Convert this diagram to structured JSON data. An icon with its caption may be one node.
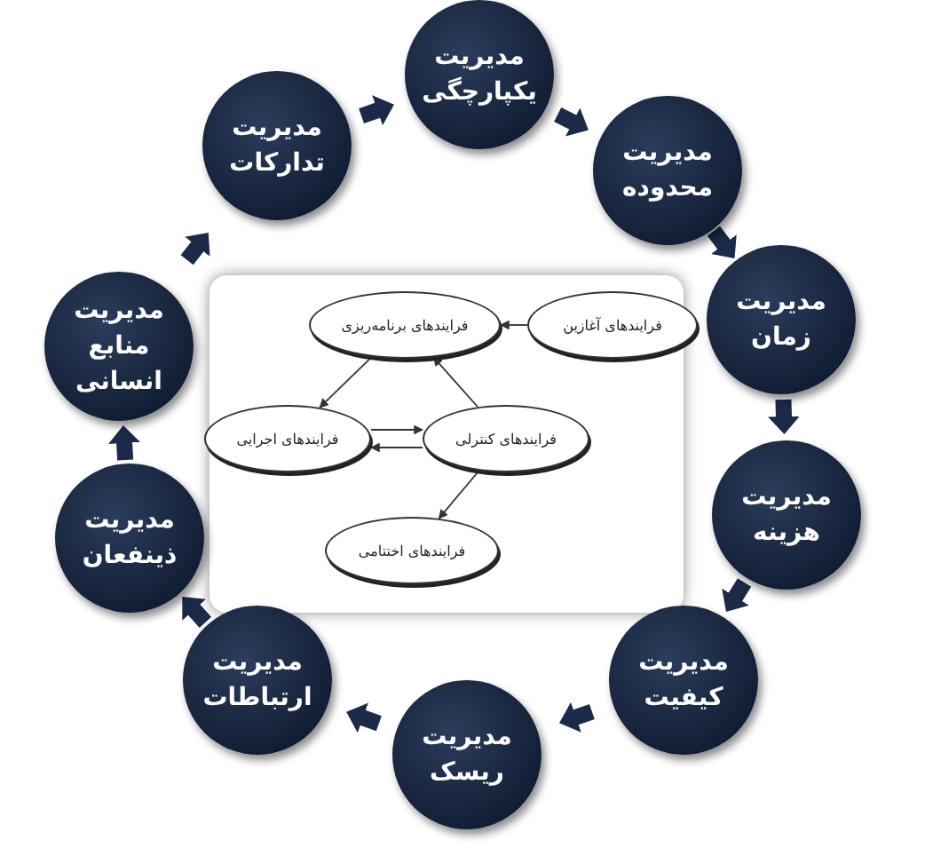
{
  "diagram": {
    "nodes": [
      {
        "text": [
          "مدیریت یکپارچگی"
        ]
      },
      {
        "text": [
          "مدیریت محدوده"
        ]
      },
      {
        "text": [
          "مدیریت زمان"
        ]
      },
      {
        "text": [
          "مدیریت هزینه"
        ]
      },
      {
        "text": [
          "مدیریت کیفیت"
        ]
      },
      {
        "text": [
          "مدیریت ریسک"
        ]
      },
      {
        "text": [
          "مدیریت ارتباطات"
        ]
      },
      {
        "text": [
          "مدیریت ذینفعان"
        ]
      },
      {
        "text": [
          "مدیریت منابع انسانی"
        ]
      },
      {
        "text": [
          "مدیریت تدارکات"
        ]
      },
      {
        "text": [
          "فرایندهای آغازین"
        ]
      },
      {
        "text": [
          "فرایندهای برنامه‌ریزی"
        ]
      },
      {
        "text": [
          "فرایندهای اجرایی"
        ]
      },
      {
        "text": [
          "فرایندهای کنترلی"
        ]
      },
      {
        "text": [
          "فرایندهای اختتامی"
        ]
      }
    ],
    "edges": [
      {
        "from": 0,
        "to": 1,
        "arrow": "to"
      },
      {
        "from": 1,
        "to": 2,
        "arrow": "to"
      },
      {
        "from": 2,
        "to": 3,
        "arrow": "to"
      },
      {
        "from": 3,
        "to": 4,
        "arrow": "to"
      },
      {
        "from": 4,
        "to": 5,
        "arrow": "to"
      },
      {
        "from": 5,
        "to": 6,
        "arrow": "to"
      },
      {
        "from": 6,
        "to": 7,
        "arrow": "to"
      },
      {
        "from": 7,
        "to": 8,
        "arrow": "to"
      },
      {
        "from": 8,
        "to": 9,
        "arrow": "to"
      },
      {
        "from": 9,
        "to": 0,
        "arrow": "to"
      },
      {
        "from": 10,
        "to": 11,
        "arrow": "to"
      },
      {
        "from": 11,
        "to": 12,
        "arrow": "to"
      },
      {
        "from": 13,
        "to": 11,
        "arrow": "to"
      },
      {
        "from": 12,
        "to": 13,
        "arrow": "to"
      },
      {
        "from": 13,
        "to": 12,
        "arrow": "to"
      },
      {
        "from": 13,
        "to": 14,
        "arrow": "to"
      }
    ]
  }
}
